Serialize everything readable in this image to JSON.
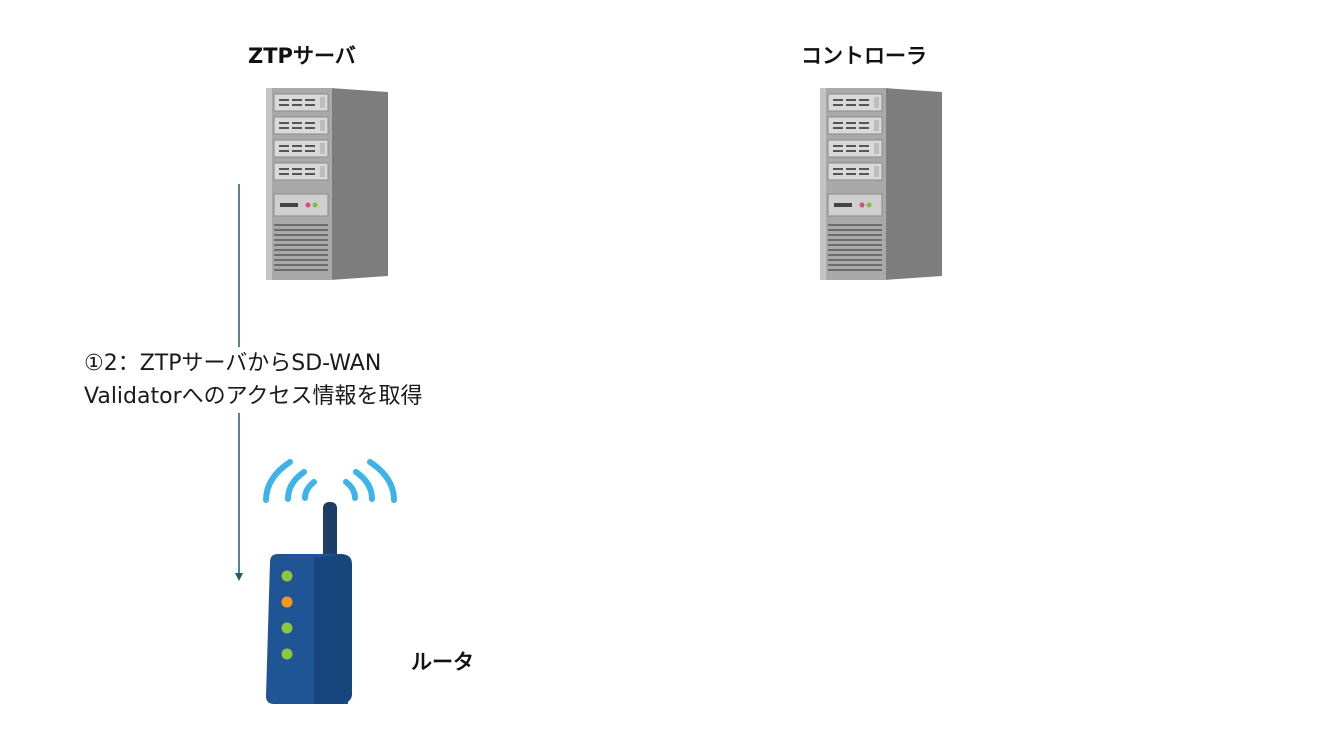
{
  "nodes": {
    "ztp_server": {
      "label": "ZTPサーバ",
      "icon": "server-tower-icon"
    },
    "controller": {
      "label": "コントローラ",
      "icon": "server-tower-icon"
    },
    "router": {
      "label": "ルータ",
      "icon": "wifi-router-icon"
    }
  },
  "step": {
    "line1": "①2：ZTPサーバからSD-WAN",
    "line2": "Validatorへのアクセス情報を取得"
  },
  "colors": {
    "arrow": "#1f5c73",
    "router_body": "#1f5594",
    "wifi_waves": "#3db3ea",
    "led_green": "#8dc63f",
    "led_orange": "#f39a1e",
    "server_gray": "#9e9e9e"
  }
}
